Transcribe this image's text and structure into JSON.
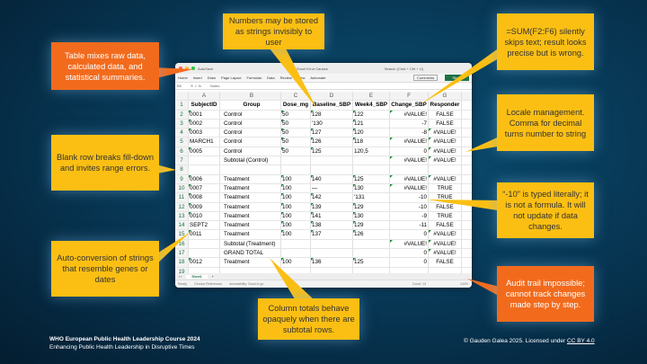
{
  "window": {
    "app": "AutoSave",
    "title": "Excel Error Causes",
    "search": "Search (Cmd + Ctrl + U)",
    "cell_ref": "B5",
    "formula": "Notes"
  },
  "menu": [
    "Home",
    "Insert",
    "Draw",
    "Page Layout",
    "Formulas",
    "Data",
    "Review",
    "View",
    "Automate"
  ],
  "comments_label": "Comments",
  "share_label": "Share",
  "columns": [
    "A",
    "B",
    "C",
    "D",
    "E",
    "F",
    "G"
  ],
  "rows": [
    {
      "n": "1",
      "c": [
        "SubjectID",
        "Group",
        "Dose_mg",
        "Baseline_SBP",
        "Week4_SBP",
        "Change_SBP",
        "Responder"
      ]
    },
    {
      "n": "2",
      "c": [
        "0001",
        "Control",
        "50",
        "128",
        "122",
        "#VALUE!",
        "FALSE"
      ]
    },
    {
      "n": "3",
      "c": [
        "0002",
        "Control",
        "50",
        "'130",
        "121",
        "-7",
        "FALSE"
      ]
    },
    {
      "n": "4",
      "c": [
        "0003",
        "Control",
        "50",
        "127",
        "120",
        "-8",
        "#VALUE!"
      ]
    },
    {
      "n": "5",
      "c": [
        "MARCH1",
        "Control",
        "50",
        "126",
        "118",
        "#VALUE!",
        "#VALUE!"
      ]
    },
    {
      "n": "6",
      "c": [
        "0005",
        "Control",
        "50",
        "125",
        "120,5",
        "0",
        "#VALUE!"
      ]
    },
    {
      "n": "7",
      "c": [
        "",
        "Subtotal (Control)",
        "",
        "",
        "",
        "#VALUE!",
        "#VALUE!"
      ]
    },
    {
      "n": "8",
      "c": [
        "",
        "",
        "",
        "",
        "",
        "",
        ""
      ]
    },
    {
      "n": "9",
      "c": [
        "0006",
        "Treatment",
        "100",
        "140",
        "125",
        "#VALUE!",
        "#VALUE!"
      ]
    },
    {
      "n": "10",
      "c": [
        "0007",
        "Treatment",
        "100",
        "—",
        "130",
        "#VALUE!",
        "TRUE"
      ]
    },
    {
      "n": "11",
      "c": [
        "0008",
        "Treatment",
        "100",
        "142",
        "'131",
        "-10",
        "TRUE"
      ]
    },
    {
      "n": "12",
      "c": [
        "0009",
        "Treatment",
        "100",
        "139",
        "129",
        "-10",
        "FALSE"
      ]
    },
    {
      "n": "13",
      "c": [
        "0010",
        "Treatment",
        "100",
        "141",
        "130",
        "-9",
        "TRUE"
      ]
    },
    {
      "n": "14",
      "c": [
        "SEPT2",
        "Treatment",
        "100",
        "138",
        "129",
        "-11",
        "FALSE"
      ]
    },
    {
      "n": "15",
      "c": [
        "0011",
        "Treatment",
        "100",
        "137",
        "126",
        "0",
        "#VALUE!"
      ]
    },
    {
      "n": "16",
      "c": [
        "",
        "Subtotal (Treatment)",
        "",
        "",
        "",
        "#VALUE!",
        "#VALUE!"
      ]
    },
    {
      "n": "17",
      "c": [
        "",
        "GRAND TOTAL",
        "",
        "",
        "",
        "0",
        "#VALUE!"
      ]
    },
    {
      "n": "18",
      "c": [
        "0012",
        "Treatment",
        "100",
        "136",
        "125",
        "0",
        "FALSE"
      ]
    },
    {
      "n": "19",
      "c": [
        "",
        "",
        "",
        "",
        "",
        "",
        ""
      ]
    }
  ],
  "sheet_tab": "Sheet1",
  "status": {
    "ready": "Ready",
    "circular": "Circular References",
    "accessibility": "Accessibility: Good to go",
    "count": "Count: 13",
    "zoom": "140%"
  },
  "callouts": {
    "mix": "Table mixes raw data, calculated data, and statistical summaries.",
    "strings": "Numbers may be stored as strings invisibly to user",
    "sum": "=SUM(F2:F6) silently skips text; result looks precise but is wrong.",
    "locale": "Locale management. Comma for decimal turns number to string",
    "blank": "Blank row breaks fill-down and invites range errors.",
    "literal": "“-10” is typed literally; it is not a formula. It will not update if data changes.",
    "autoconv": "Auto-conversion of strings that resemble genes or dates",
    "totals": "Column totals behave opaquely when there are subtotal rows.",
    "audit": "Audit trail impossible; cannot track changes made step by step."
  },
  "footer": {
    "course": "WHO European Public Health Leadership Course 2024",
    "subtitle": "Enhancing Public Health Leadership in Disruptive Times",
    "copyright": "© Gauden Galea 2025. Licensed under ",
    "license": "CC BY 4.0"
  },
  "colors": {
    "yellow": "#fbbf14",
    "orange": "#f26b1d",
    "excel_green": "#1e7145"
  }
}
